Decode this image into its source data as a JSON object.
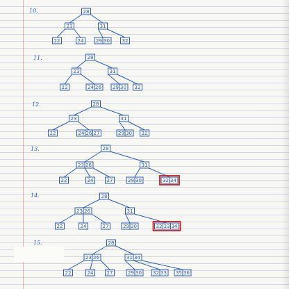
{
  "problems": [
    {
      "number": "10.",
      "levels": [
        [
          [
            "28"
          ]
        ],
        [
          [
            "23"
          ],
          [
            "31"
          ]
        ],
        [
          [
            "22"
          ],
          [
            "24"
          ],
          [
            "29",
            "30"
          ],
          [
            "32"
          ]
        ]
      ],
      "highlighted": []
    },
    {
      "number": "11.",
      "levels": [
        [
          [
            "28"
          ]
        ],
        [
          [
            "23"
          ],
          [
            "31"
          ]
        ],
        [
          [
            "22"
          ],
          [
            "24",
            "26"
          ],
          [
            "29",
            "30"
          ],
          [
            "32"
          ]
        ]
      ],
      "highlighted": []
    },
    {
      "number": "12.",
      "levels": [
        [
          [
            "28"
          ]
        ],
        [
          [
            "23"
          ],
          [
            "31"
          ]
        ],
        [
          [
            "22"
          ],
          [
            "24",
            "26",
            "27"
          ],
          [
            "29",
            "30"
          ],
          [
            "32"
          ]
        ]
      ],
      "highlighted": []
    },
    {
      "number": "13.",
      "levels": [
        [
          [
            "28"
          ]
        ],
        [
          [
            "23",
            "26"
          ],
          [
            "31"
          ]
        ],
        [
          [
            "22"
          ],
          [
            "24"
          ],
          [
            "27"
          ],
          [
            "29",
            "30"
          ],
          [
            "32",
            "34"
          ]
        ]
      ],
      "highlighted": [
        "32 34"
      ]
    },
    {
      "number": "14.",
      "levels": [
        [
          [
            "28"
          ]
        ],
        [
          [
            "23",
            "26"
          ],
          [
            "31"
          ]
        ],
        [
          [
            "22"
          ],
          [
            "24"
          ],
          [
            "27"
          ],
          [
            "29",
            "30"
          ],
          [
            "32",
            "33",
            "34"
          ]
        ]
      ],
      "highlighted": [
        "32 33 34"
      ]
    },
    {
      "number": "15.",
      "levels": [
        [
          [
            "28"
          ]
        ],
        [
          [
            "23",
            "26"
          ],
          [
            "31",
            "34"
          ]
        ],
        [
          [
            "22"
          ],
          [
            "24"
          ],
          [
            "27"
          ],
          [
            "29",
            "30"
          ],
          [
            "32",
            "33"
          ],
          [
            "35",
            "36"
          ]
        ]
      ],
      "highlighted": []
    }
  ],
  "colors": {
    "ink": "#2f5fb3",
    "highlight": "#cc1d1d",
    "paper": "#f7f7f3"
  }
}
